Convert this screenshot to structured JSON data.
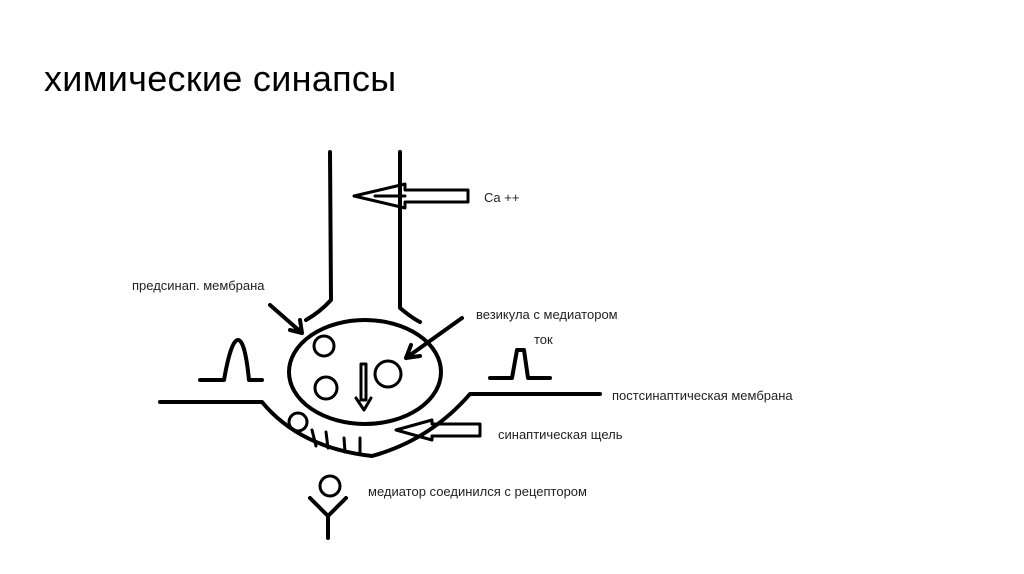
{
  "slide": {
    "title": "химические синапсы"
  },
  "labels": {
    "calcium": "Ca ++",
    "presynaptic_membrane": "предсинап. мембрана",
    "vesicle": "везикула с медиатором",
    "current": "ток",
    "postsynaptic_membrane": "постсинаптическая мембрана",
    "synaptic_cleft": "синаптическая щель",
    "receptor_binding": "медиатор соединился с рецептором"
  }
}
